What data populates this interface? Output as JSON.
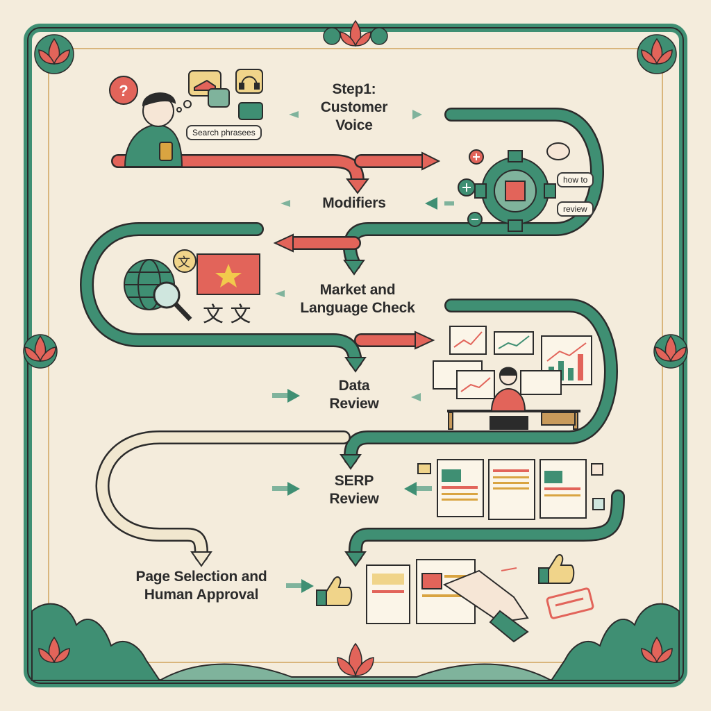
{
  "steps": {
    "step1_line1": "Step1:",
    "step1_line2": "Customer",
    "step1_line3": "Voice",
    "modifiers": "Modifiers",
    "market_line1": "Market and",
    "market_line2": "Language Check",
    "data_line1": "Data",
    "data_line2": "Review",
    "serp_line1": "SERP",
    "serp_line2": "Review",
    "approval_line1": "Page Selection and",
    "approval_line2": "Human Approval"
  },
  "bubbles": {
    "search_phrases": "Search phrasees",
    "how_to": "how to",
    "review": "review"
  },
  "glyphs": {
    "translate": "文",
    "chinese_pair": "文 文"
  },
  "icons": [
    "question-icon",
    "sneaker-icon",
    "headphones-icon",
    "shoe-icon",
    "gear-icon",
    "plus-icon",
    "minus-icon",
    "globe-icon",
    "magnifier-icon",
    "vietnam-flag-icon",
    "chart-icon",
    "monitor-icon",
    "document-icon",
    "thumbs-up-icon",
    "stamp-icon",
    "lotus-icon"
  ],
  "colors": {
    "background": "#f4ecdc",
    "teal": "#3f8f73",
    "coral": "#e2645a",
    "cream": "#f1e7cf",
    "ink": "#2b2b2b"
  }
}
